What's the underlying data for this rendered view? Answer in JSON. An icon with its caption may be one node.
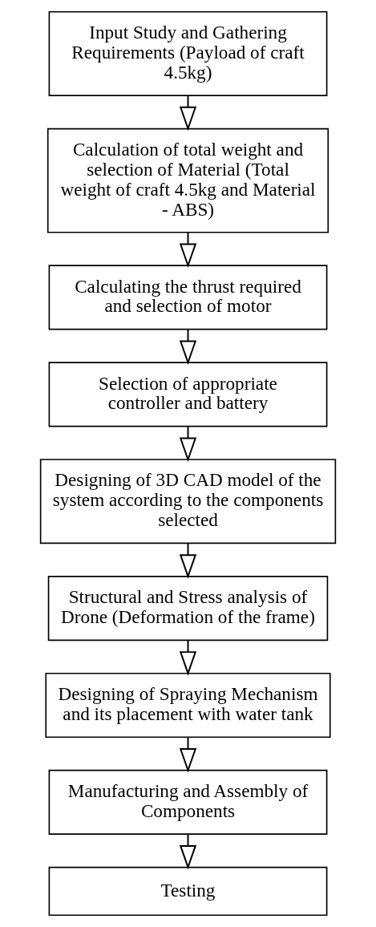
{
  "diagram": {
    "nodes": [
      {
        "text": [
          "Input Study and Gathering Requirements (Payload of craft 4.5kg)"
        ]
      },
      {
        "text": [
          "Calculation of total weight and selection of Material (Total weight of craft 4.5kg and Material - ABS)"
        ]
      },
      {
        "text": [
          "Calculating the thrust required and selection of motor"
        ]
      },
      {
        "text": [
          "Selection of appropriate controller and battery"
        ]
      },
      {
        "text": [
          "Designing of 3D CAD model of the system according to the components selected"
        ]
      },
      {
        "text": [
          "Structural and Stress analysis of Drone (Deformation of the frame)"
        ]
      },
      {
        "text": [
          "Designing of Spraying Mechanism and its placement with water tank"
        ]
      },
      {
        "text": [
          "Manufacturing and Assembly of Components"
        ]
      },
      {
        "text": [
          "Testing"
        ]
      }
    ],
    "edges": [
      {
        "from": 0,
        "to": 1,
        "arrow": "to"
      },
      {
        "from": 1,
        "to": 2,
        "arrow": "to"
      },
      {
        "from": 2,
        "to": 3,
        "arrow": "to"
      },
      {
        "from": 3,
        "to": 4,
        "arrow": "to"
      },
      {
        "from": 4,
        "to": 5,
        "arrow": "to"
      },
      {
        "from": 5,
        "to": 6,
        "arrow": "to"
      },
      {
        "from": 6,
        "to": 7,
        "arrow": "to"
      },
      {
        "from": 7,
        "to": 8,
        "arrow": "to"
      }
    ]
  }
}
